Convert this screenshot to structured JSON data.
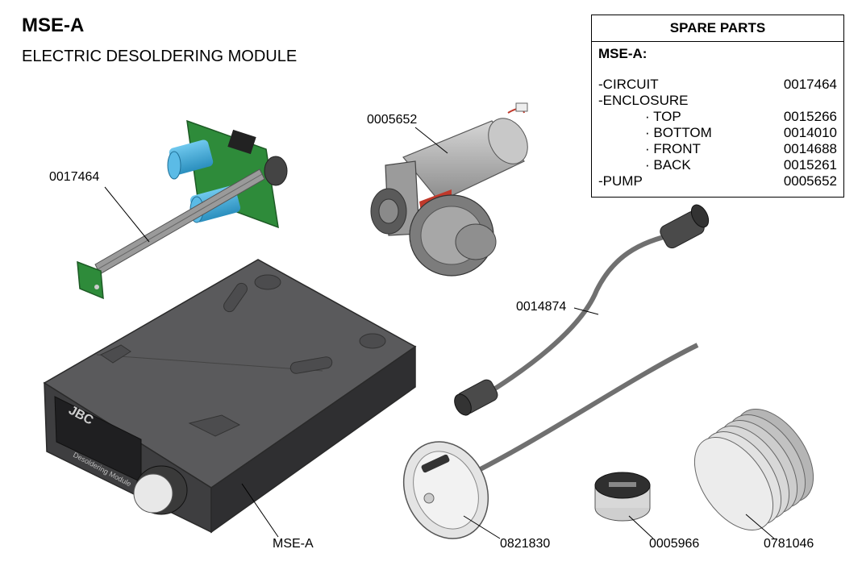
{
  "header": {
    "title": "MSE-A",
    "subtitle": "ELECTRIC DESOLDERING MODULE"
  },
  "spare_parts": {
    "heading": "SPARE PARTS",
    "model": "MSE-A:",
    "rows": [
      {
        "name": "-CIRCUIT",
        "number": "0017464"
      },
      {
        "name": "-ENCLOSURE",
        "number": ""
      },
      {
        "name": "· TOP",
        "number": "0015266"
      },
      {
        "name": "· BOTTOM",
        "number": "0014010"
      },
      {
        "name": "· FRONT",
        "number": "0014688"
      },
      {
        "name": "· BACK",
        "number": "0015261"
      },
      {
        "name": "-PUMP",
        "number": "0005652"
      }
    ]
  },
  "callouts": {
    "circuit": "0017464",
    "pump": "0005652",
    "cable": "0014874",
    "module": "MSE-A",
    "filter_holder": "0821830",
    "filter_cup": "0005966",
    "filters": "0781046"
  },
  "device": {
    "brand": "JBC",
    "label": "Desoldering Module"
  },
  "colors": {
    "board_green": "#2e8b3a",
    "capacitor_blue": "#3aa9d8",
    "enclosure": "#3e3e40",
    "enclosure_top": "#5a5a5c",
    "motor_gray": "#b8b8b8",
    "cable_gray": "#707070"
  }
}
